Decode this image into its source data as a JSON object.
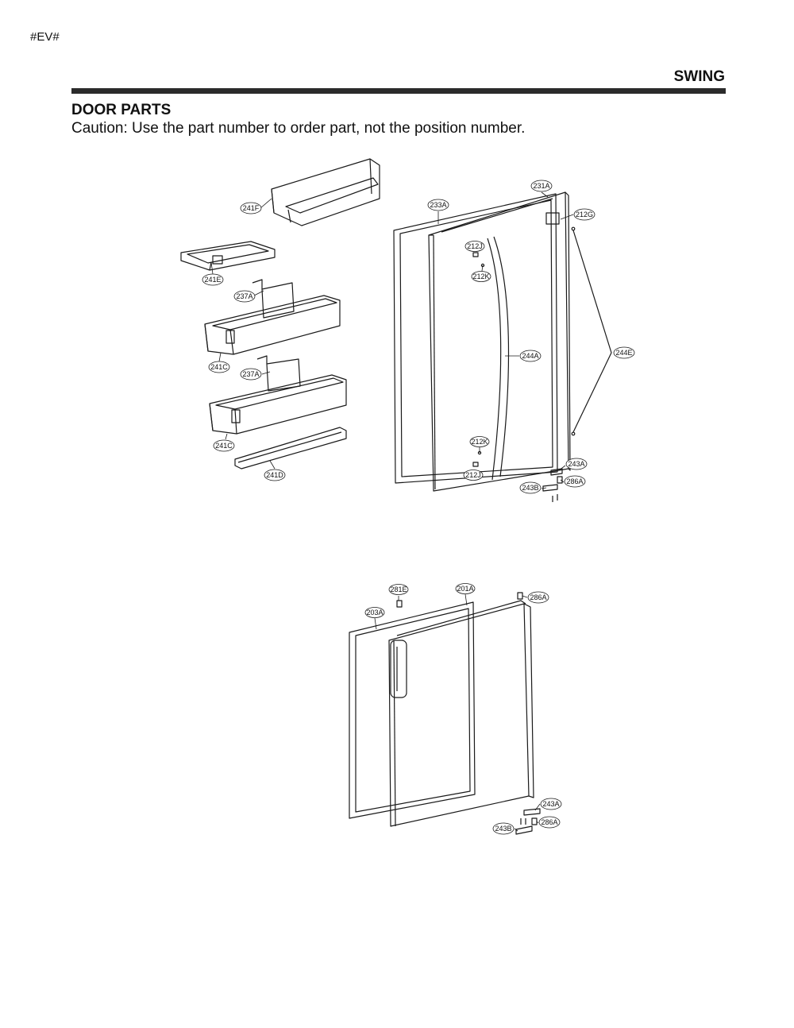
{
  "header": {
    "model_code": "#EV#",
    "section": "SWING"
  },
  "page": {
    "title": "DOOR PARTS",
    "caution": "Caution: Use the part number to order part, not the position number."
  },
  "diagrams": [
    {
      "name": "upper-door",
      "callouts": [
        "241F",
        "241E",
        "237A",
        "241C",
        "237A",
        "241C",
        "241D",
        "233A",
        "231A",
        "212G",
        "212J",
        "212K",
        "244A",
        "244E",
        "212K",
        "212J",
        "243A",
        "286A",
        "243B"
      ]
    },
    {
      "name": "lower-door",
      "callouts": [
        "281E",
        "201A",
        "286A",
        "203A",
        "243A",
        "286A",
        "243B"
      ]
    }
  ],
  "colors": {
    "line": "#1a1a1a",
    "rule": "#2b2b2b"
  }
}
